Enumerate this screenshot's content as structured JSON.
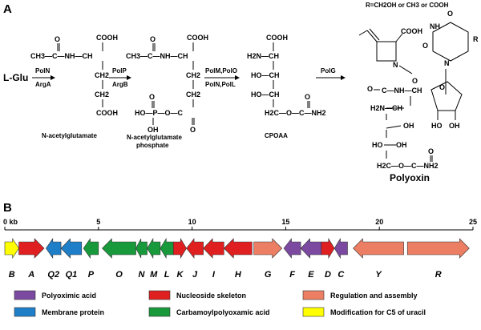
{
  "panel_a": {
    "label": "A",
    "start": "L-Glu",
    "steps": [
      {
        "top": "PolN",
        "bottom": "ArgA"
      },
      {
        "top": "PolP",
        "bottom": "ArgB"
      },
      {
        "top": "PolM,PolO",
        "bottom": "PolN,PolL"
      },
      {
        "top": "PolG",
        "bottom": ""
      }
    ],
    "compounds": [
      "N-acetylglutamate",
      "N-acetylglutamate phosphate",
      "CPOAA",
      "Polyoxin"
    ],
    "compound_lines": {
      "nagp_1": "N-acetylglutamate",
      "nagp_2": "phosphate"
    },
    "r_note": "R=CH2OH or CH3 or COOH",
    "chem": {
      "cooh": "COOH",
      "ch3c": "CH3—C—NH—CH",
      "o": "O",
      "ch2": "CH2",
      "hoo": "HO—P—O—C",
      "oh": "OH",
      "h2n": "H2N—CH",
      "ho_ch": "HO—CH",
      "h2c_o": "H2C—O—C—NH2",
      "nh": "NH",
      "r": "R",
      "c_nh": "C—NH—CH",
      "h2n_plain": "H2N",
      "ho": "HO",
      "n": "N"
    }
  },
  "panel_b": {
    "label": "B",
    "axis": {
      "unit_label": "0 kb",
      "ticks": [
        {
          "kb": 0,
          "label": "0 kb"
        },
        {
          "kb": 5,
          "label": "5"
        },
        {
          "kb": 10,
          "label": "10"
        },
        {
          "kb": 15,
          "label": "15"
        },
        {
          "kb": 20,
          "label": "20"
        },
        {
          "kb": 25,
          "label": "25"
        }
      ]
    },
    "categories": {
      "polyoximic": {
        "label": "Polyoximic acid",
        "color": "#7b4aa0"
      },
      "nucleoside": {
        "label": "Nucleoside skeleton",
        "color": "#e02020"
      },
      "regulation": {
        "label": "Regulation and assembly",
        "color": "#ec7e63"
      },
      "membrane": {
        "label": "Membrane protein",
        "color": "#1e7fc8"
      },
      "carbamoyl": {
        "label": "Carbamoylpolyoxamic acid",
        "color": "#189a3c"
      },
      "modification": {
        "label": "Modification for C5 of uracil",
        "color": "#ffff00"
      }
    },
    "genes": [
      {
        "name": "B",
        "start_kb": 0.0,
        "end_kb": 0.75,
        "strand": "+",
        "cat": "modification"
      },
      {
        "name": "A",
        "start_kb": 0.75,
        "end_kb": 2.1,
        "strand": "+",
        "cat": "nucleoside"
      },
      {
        "name": "Q2",
        "start_kb": 2.2,
        "end_kb": 3.0,
        "strand": "-",
        "cat": "membrane"
      },
      {
        "name": "Q1",
        "start_kb": 3.0,
        "end_kb": 4.1,
        "strand": "-",
        "cat": "membrane"
      },
      {
        "name": "P",
        "start_kb": 4.2,
        "end_kb": 5.0,
        "strand": "-",
        "cat": "carbamoyl"
      },
      {
        "name": "O",
        "start_kb": 5.2,
        "end_kb": 7.0,
        "strand": "-",
        "cat": "carbamoyl"
      },
      {
        "name": "N",
        "start_kb": 7.0,
        "end_kb": 7.6,
        "strand": "-",
        "cat": "carbamoyl"
      },
      {
        "name": "M",
        "start_kb": 7.6,
        "end_kb": 8.3,
        "strand": "-",
        "cat": "carbamoyl"
      },
      {
        "name": "L",
        "start_kb": 8.3,
        "end_kb": 9.0,
        "strand": "-",
        "cat": "carbamoyl"
      },
      {
        "name": "K",
        "start_kb": 9.0,
        "end_kb": 9.7,
        "strand": "+",
        "cat": "nucleoside"
      },
      {
        "name": "J",
        "start_kb": 9.7,
        "end_kb": 10.6,
        "strand": "-",
        "cat": "nucleoside"
      },
      {
        "name": "I",
        "start_kb": 10.6,
        "end_kb": 11.7,
        "strand": "-",
        "cat": "nucleoside"
      },
      {
        "name": "H",
        "start_kb": 11.7,
        "end_kb": 13.2,
        "strand": "-",
        "cat": "nucleoside"
      },
      {
        "name": "G",
        "start_kb": 13.3,
        "end_kb": 14.8,
        "strand": "+",
        "cat": "regulation"
      },
      {
        "name": "F",
        "start_kb": 14.9,
        "end_kb": 15.8,
        "strand": "-",
        "cat": "polyoximic"
      },
      {
        "name": "E",
        "start_kb": 15.8,
        "end_kb": 16.9,
        "strand": "-",
        "cat": "polyoximic"
      },
      {
        "name": "D",
        "start_kb": 16.9,
        "end_kb": 17.6,
        "strand": "+",
        "cat": "nucleoside"
      },
      {
        "name": "C",
        "start_kb": 17.6,
        "end_kb": 18.3,
        "strand": "-",
        "cat": "polyoximic"
      },
      {
        "name": "Y",
        "start_kb": 18.6,
        "end_kb": 21.3,
        "strand": "-",
        "cat": "regulation"
      },
      {
        "name": "R",
        "start_kb": 21.5,
        "end_kb": 24.8,
        "strand": "+",
        "cat": "regulation"
      }
    ]
  }
}
